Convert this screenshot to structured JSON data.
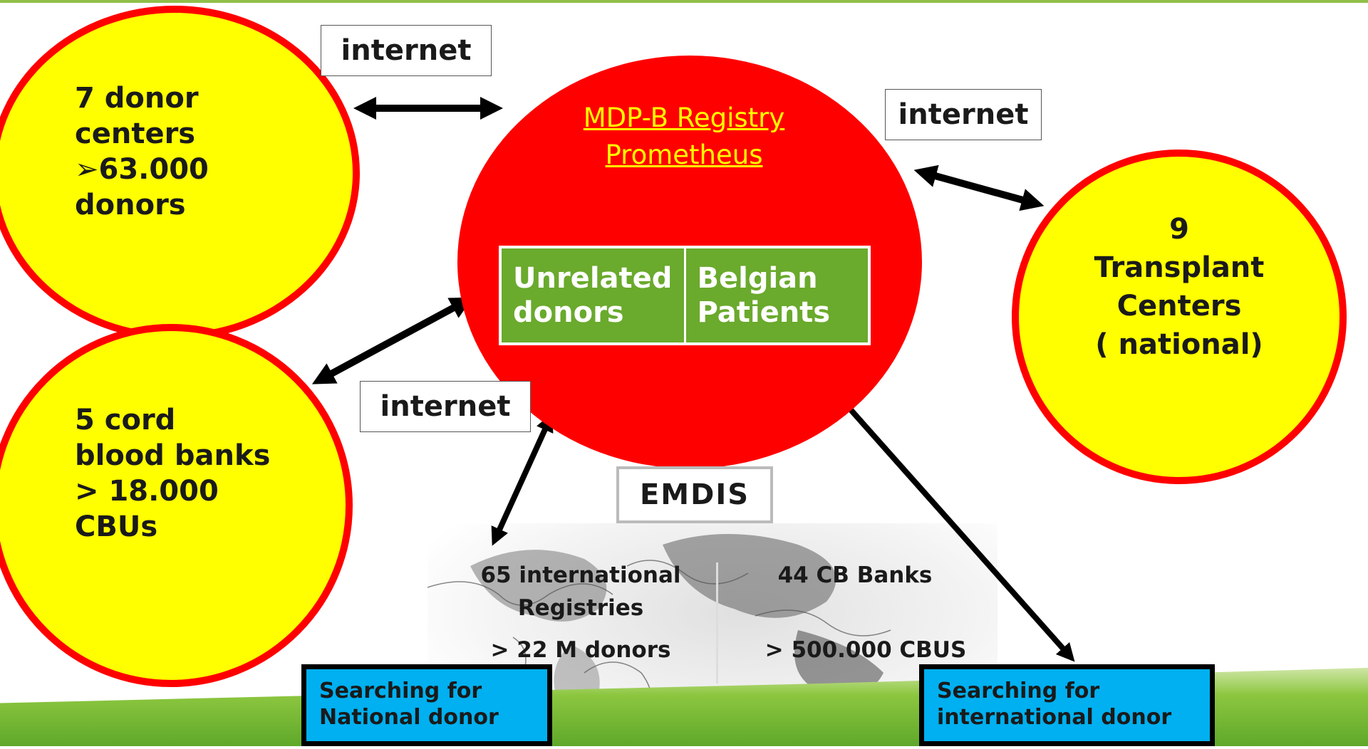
{
  "nodes": {
    "donor_centers": [
      "7 donor",
      "centers",
      "➢63.000",
      "donors"
    ],
    "cord_blood": [
      "5 cord",
      "blood banks",
      "> 18.000",
      "CBUs"
    ],
    "transplant": [
      "9",
      "Transplant",
      "Centers",
      "( national)"
    ],
    "registry": {
      "title_line1": "MDP-B Registry",
      "title_line2": "Prometheus",
      "cell1": [
        "Unrelated",
        "donors"
      ],
      "cell2": [
        "Belgian",
        "Patients"
      ]
    }
  },
  "links": {
    "internet_top": "internet",
    "internet_right": "internet",
    "internet_bottom": "internet"
  },
  "emdis": {
    "title": "EMDIS",
    "intl_registries": [
      "65 international",
      "Registries"
    ],
    "cb_banks": "44 CB Banks",
    "donors": "> 22 M donors",
    "cbus": "> 500.000 CBUS"
  },
  "search": {
    "national": [
      "Searching for",
      "National donor"
    ],
    "international": [
      "Searching for",
      "international donor"
    ]
  },
  "colors": {
    "circle_fill": "#ffff00",
    "circle_border": "#ff0000",
    "registry_fill": "#ff0000",
    "table_green": "#6aaa2c",
    "search_blue": "#00b0f0",
    "footer_green": "#8cc63f"
  }
}
